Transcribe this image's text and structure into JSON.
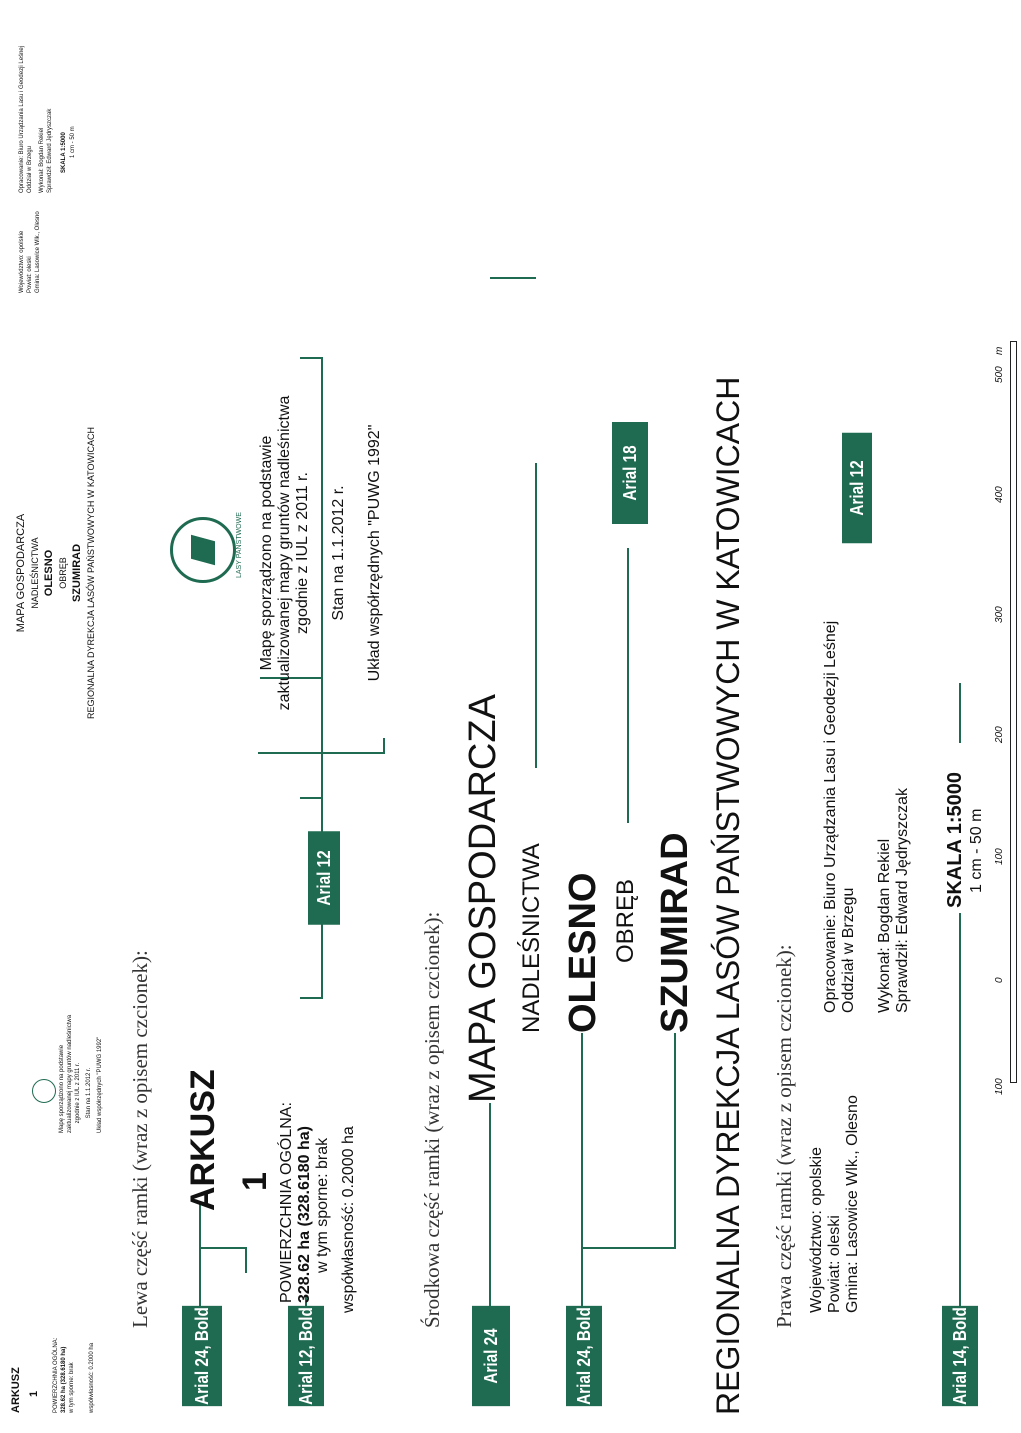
{
  "colors": {
    "tag_bg": "#1f6b52",
    "line": "#1f6b52",
    "tag_text": "#ffffff"
  },
  "sample": {
    "arkusz": "ARKUSZ",
    "arkusz_nr": "1",
    "area_title": "POWIERZCHNIA OGÓLNA:",
    "area_value": "328.62 ha (328.6180 ha)",
    "area_sporne": "w tym sporne: brak",
    "area_wspol": "współwłasność: 0.2000 ha",
    "note1": "Mapę sporządzono na podstawie",
    "note2": "zaktualizowanej mapy gruntów nadleśnictwa",
    "note3": "zgodnie z IUL z 2011 r.",
    "stan": "Stan na 1.1.2012 r.",
    "uklad": "Układ współrzędnych \"PUWG 1992\"",
    "title": "MAPA GOSPODARCZA",
    "nadlesnictwa": "NADLEŚNICTWA",
    "olesno": "OLESNO",
    "obreb": "OBRĘB",
    "szumirad": "SZUMIRAD",
    "rdlp": "REGIONALNA DYREKCJA LASÓW PAŃSTWOWYCH W KATOWICACH",
    "woj": "Województwo: opolskie",
    "powiat": "Powiat: oleski",
    "gmina": "Gmina:  Lasowice Wlk., Olesno",
    "oprac1": "Opracowanie: Biuro Urządzania Lasu i Geodezji Leśnej",
    "oprac2": "Oddział w Brzegu",
    "wykonal": "Wykonał:   Bogdan Rekiel",
    "sprawdzil": "Sprawdził:  Edward Jędryszczak",
    "skala": "SKALA 1:5000",
    "skala_sub": "1 cm - 50 m",
    "logo_text": "LASY PAŃSTWOWE"
  },
  "sections": {
    "left": "Lewa część ramki (wraz z opisem czcionek):",
    "middle": "Środkowa część ramki (wraz z opisem czcionek):",
    "right": "Prawa część ramki (wraz z opisem czcionek):"
  },
  "tags": {
    "arial24bold": "Arial 24, Bold",
    "arial12bold": "Arial 12, Bold",
    "arial12": "Arial 12",
    "arial24": "Arial 24",
    "arial18": "Arial 18",
    "arial14bold": "Arial 14, Bold"
  },
  "scalebar": {
    "ticks": [
      "100",
      "0",
      "100",
      "200",
      "300",
      "400",
      "500"
    ],
    "unit": "m"
  }
}
